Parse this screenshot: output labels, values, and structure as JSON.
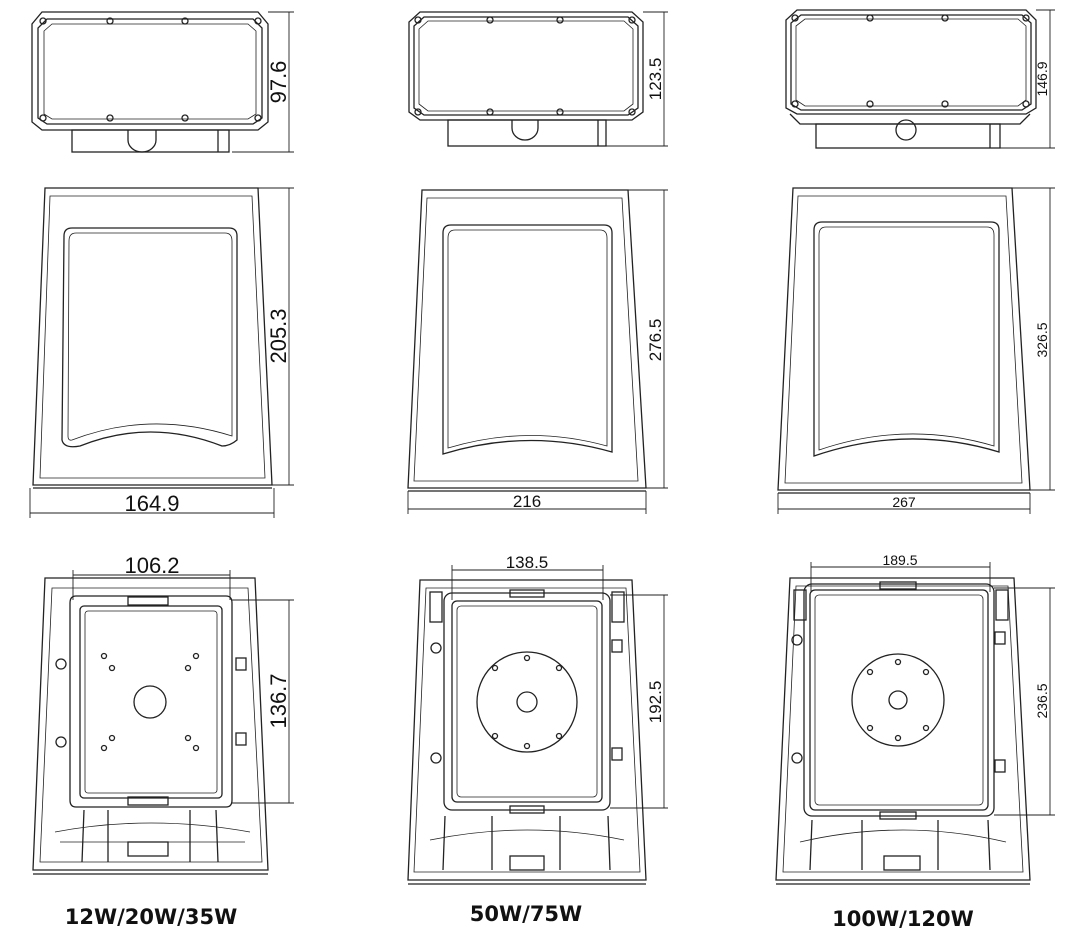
{
  "models": [
    {
      "caption": "12W/20W/35W",
      "top_view_height": "97.6",
      "front_height": "205.3",
      "front_width": "164.9",
      "back_width": "106.2",
      "back_height": "136.7"
    },
    {
      "caption": "50W/75W",
      "top_view_height": "123.5",
      "front_height": "276.5",
      "front_width": "216",
      "back_width": "138.5",
      "back_height": "192.5"
    },
    {
      "caption": "100W/120W",
      "top_view_height": "146.9",
      "front_height": "326.5",
      "front_width": "267",
      "back_width": "189.5",
      "back_height": "236.5"
    }
  ]
}
